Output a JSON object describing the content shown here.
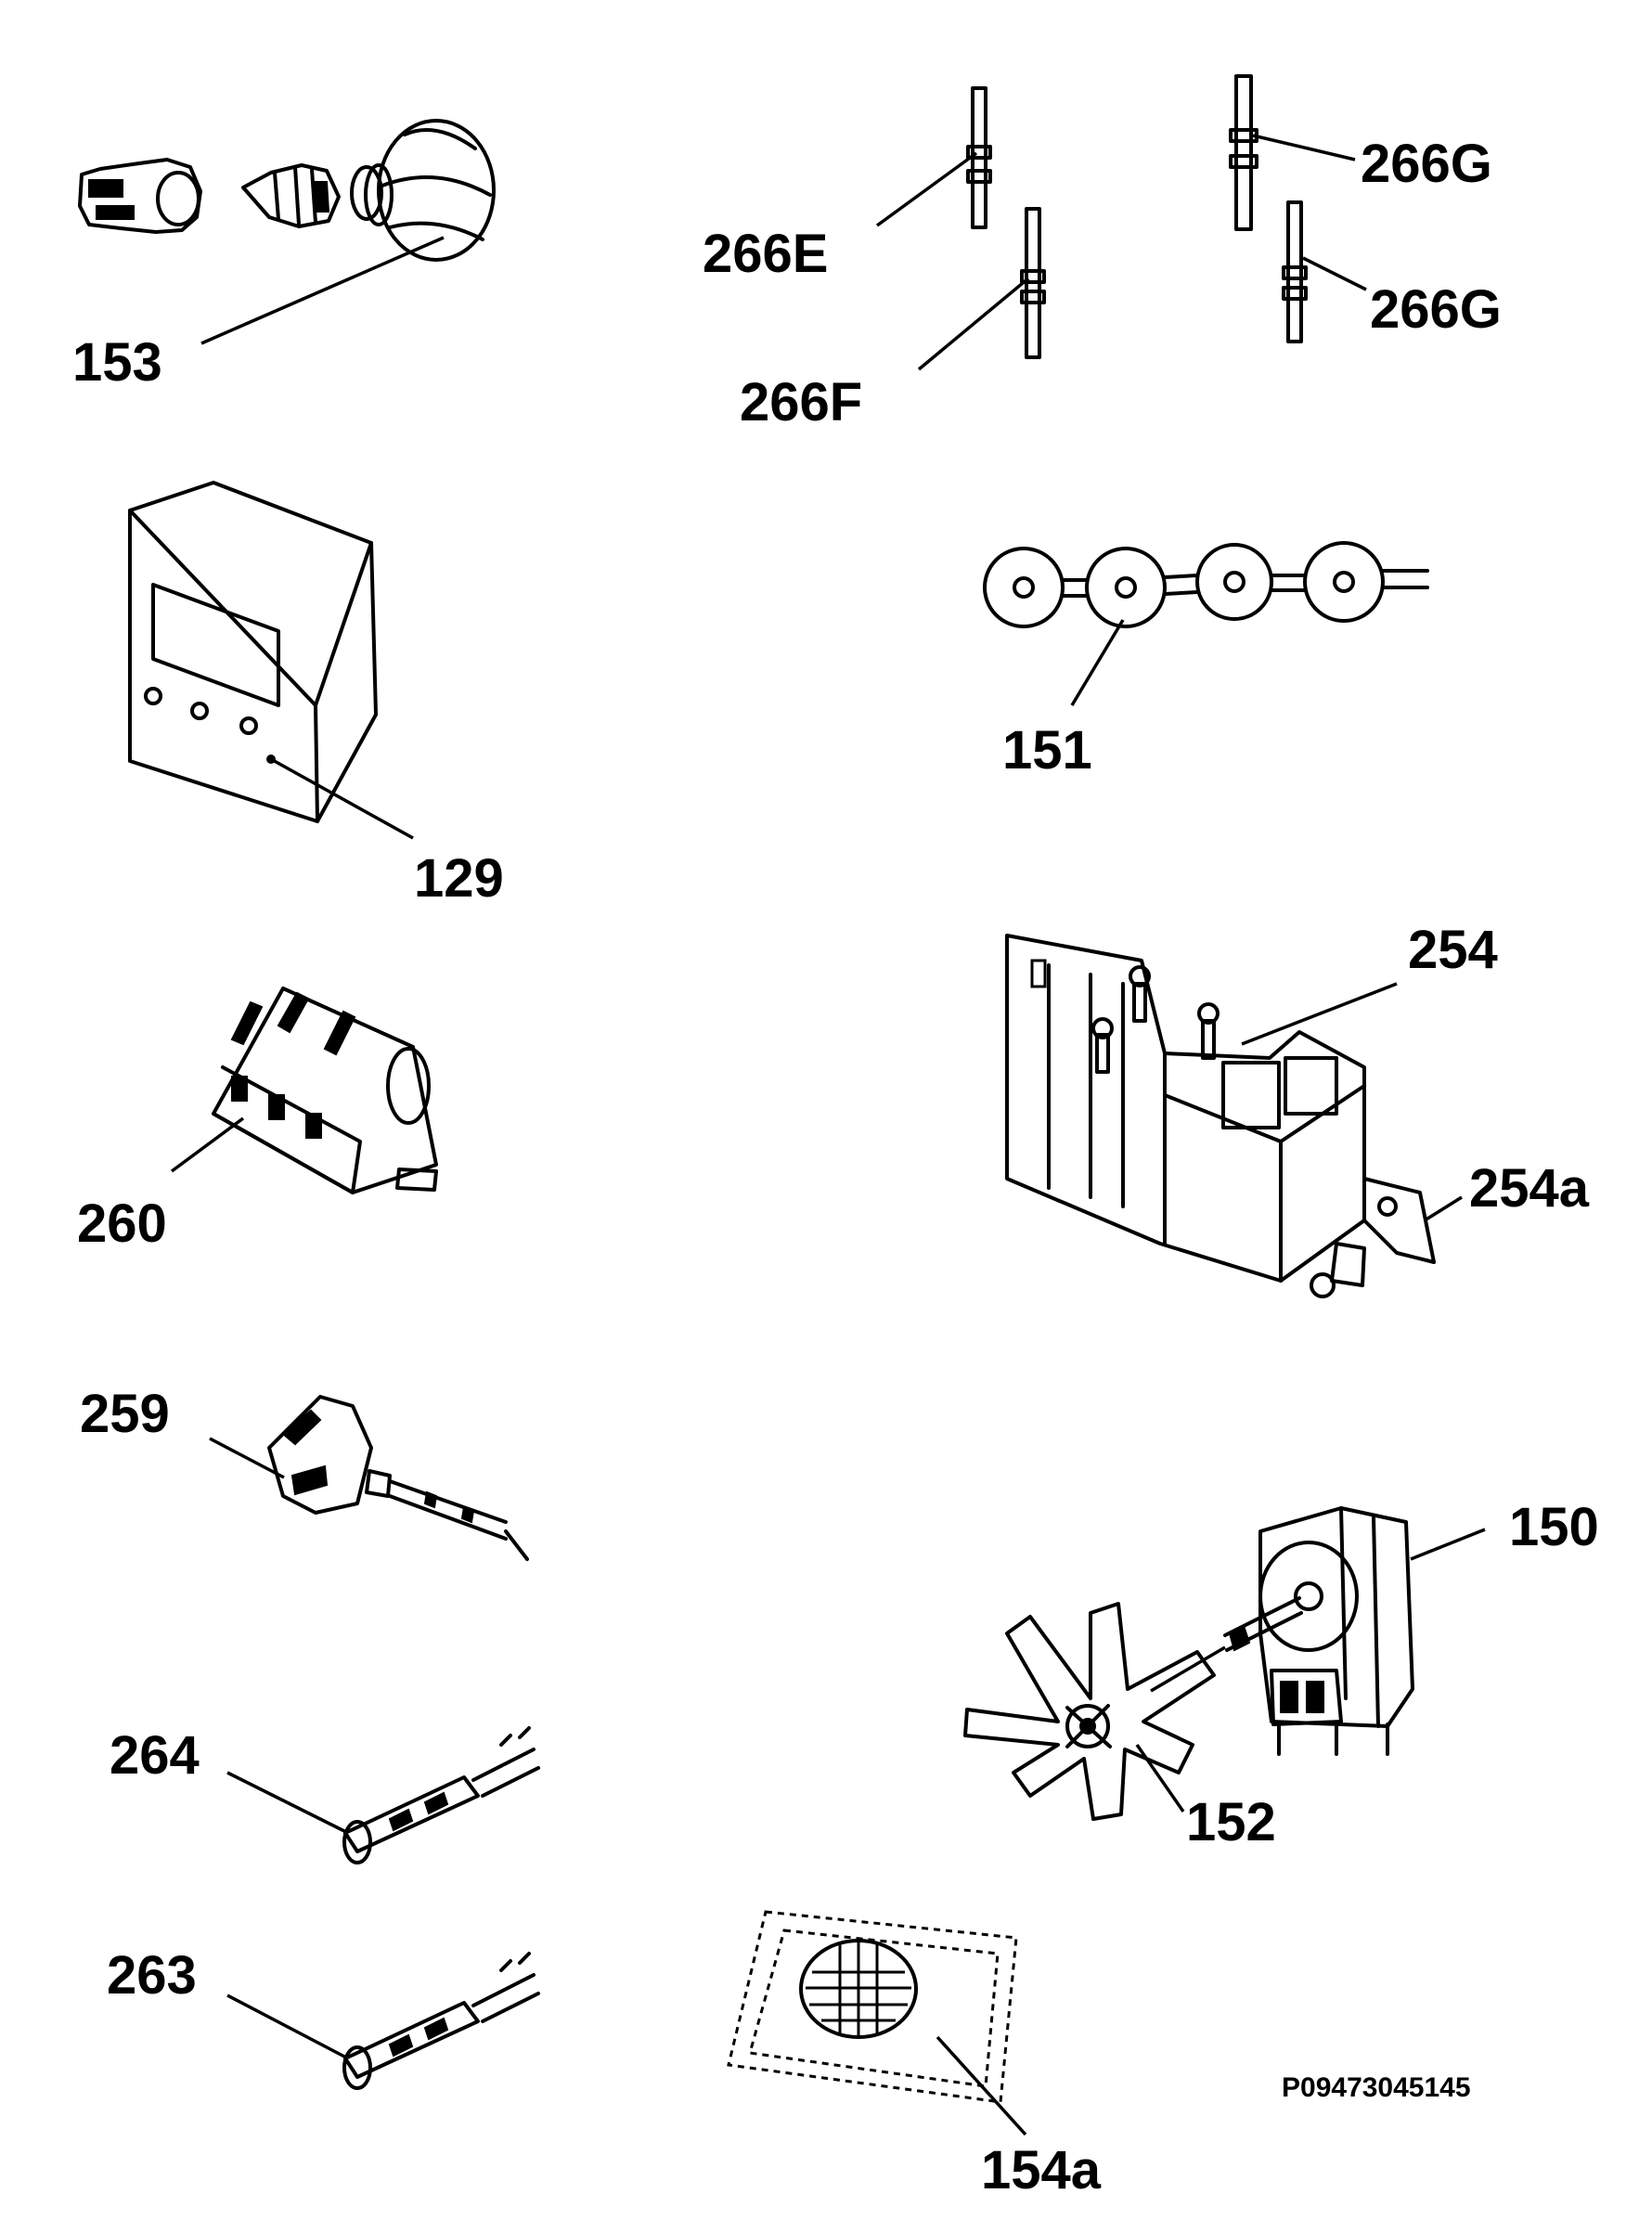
{
  "parts": [
    {
      "id": "153",
      "label": "153",
      "icon": "lamp-assembly-icon"
    },
    {
      "id": "266E",
      "label": "266E",
      "icon": "pin-icon"
    },
    {
      "id": "266F",
      "label": "266F",
      "icon": "pin-icon"
    },
    {
      "id": "266G_top",
      "label": "266G",
      "icon": "pin-icon"
    },
    {
      "id": "266G_bottom",
      "label": "266G",
      "icon": "pin-icon"
    },
    {
      "id": "129",
      "label": "129",
      "icon": "timer-module-icon"
    },
    {
      "id": "151",
      "label": "151",
      "icon": "grommet-strip-icon"
    },
    {
      "id": "254",
      "label": "254",
      "icon": "ignition-unit-icon"
    },
    {
      "id": "254a",
      "label": "254a",
      "icon": "bracket-icon"
    },
    {
      "id": "260",
      "label": "260",
      "icon": "selector-switch-icon"
    },
    {
      "id": "259",
      "label": "259",
      "icon": "thermostat-icon"
    },
    {
      "id": "150",
      "label": "150",
      "icon": "fan-motor-icon"
    },
    {
      "id": "152",
      "label": "152",
      "icon": "fan-blade-icon"
    },
    {
      "id": "264",
      "label": "264",
      "icon": "spark-electrode-icon"
    },
    {
      "id": "263",
      "label": "263",
      "icon": "spark-electrode-icon"
    },
    {
      "id": "154a",
      "label": "154a",
      "icon": "fan-cover-icon"
    }
  ],
  "drawing_code": "P09473045145"
}
